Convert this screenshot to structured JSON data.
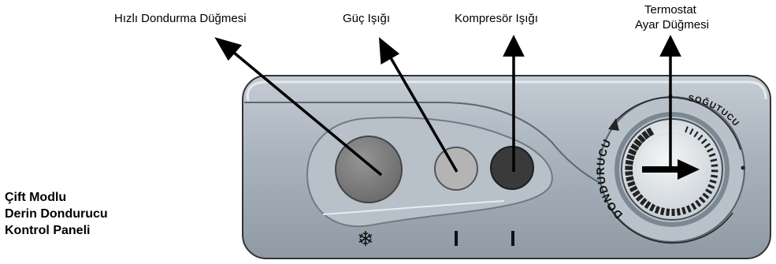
{
  "callouts": {
    "fast_freeze_button": "Hızlı Dondurma Düğmesi",
    "power_light": "Güç Işığı",
    "compressor_light": "Kompresör Işığı",
    "thermostat_line1": "Termostat",
    "thermostat_line2": "Ayar Düğmesi"
  },
  "caption": {
    "line1": "Çift Modlu",
    "line2": "Derin Dondurucu",
    "line3": "Kontrol Paneli"
  },
  "dial": {
    "freezer_label": "DONDURUCU",
    "cooler_label": "SOĞUTUCU"
  },
  "symbols": {
    "snowflake": "❄",
    "power_mark": "I",
    "compressor_mark": "I"
  },
  "colors": {
    "panel": "#a8b2bc",
    "fast_freeze_button": "#7c7c7c",
    "power_light": "#b4b4b4",
    "compressor_light": "#3a3a3a"
  }
}
